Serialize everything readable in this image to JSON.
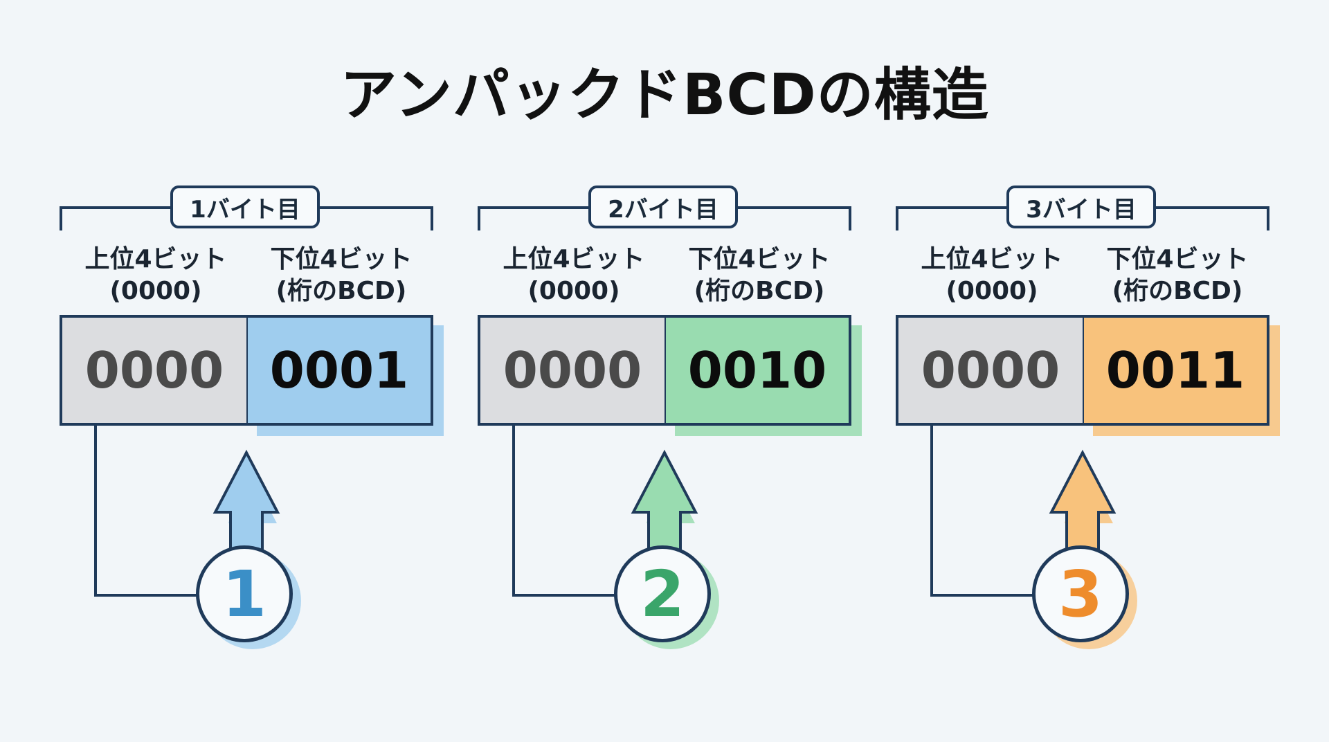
{
  "title": "アンパックドBCDの構造",
  "labels": {
    "upper_line1": "上位4ビット",
    "upper_line2": "(0000)",
    "lower_line1": "下位4ビット",
    "lower_line2": "(桁のBCD)"
  },
  "bytes": [
    {
      "tag": "1バイト目",
      "upper_bits": "0000",
      "lower_bits": "0001",
      "digit": "1",
      "accent": "#9fcdee",
      "accent_dark": "#3b8fc7"
    },
    {
      "tag": "2バイト目",
      "upper_bits": "0000",
      "lower_bits": "0010",
      "digit": "2",
      "accent": "#99dcb0",
      "accent_dark": "#3aa56a"
    },
    {
      "tag": "3バイト目",
      "upper_bits": "0000",
      "lower_bits": "0011",
      "digit": "3",
      "accent": "#f8c27c",
      "accent_dark": "#ee8c2c"
    }
  ]
}
